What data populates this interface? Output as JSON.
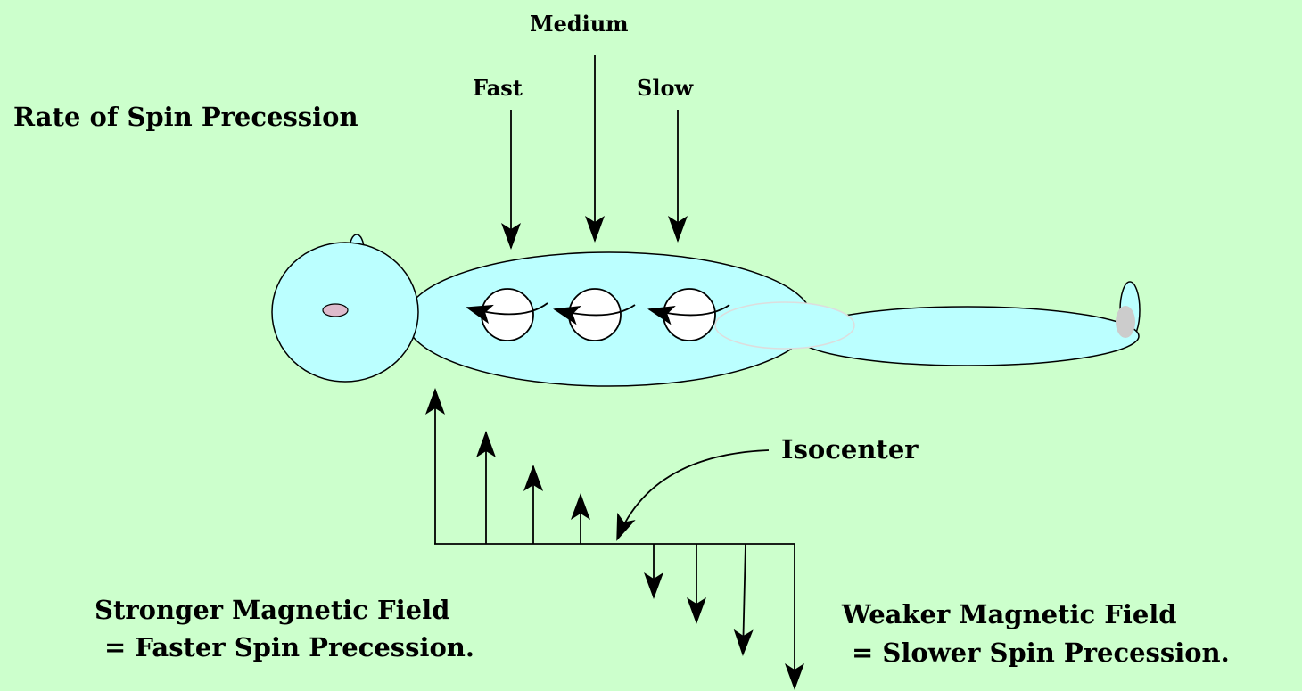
{
  "title": "Rate of Spin Precession",
  "rate_labels": {
    "fast": "Fast",
    "medium": "Medium",
    "slow": "Slow"
  },
  "isocenter_label": "Isocenter",
  "stronger": {
    "line1": "Stronger Magnetic Field",
    "line2": "= Faster Spin Precession."
  },
  "weaker": {
    "line1": "Weaker Magnetic Field",
    "line2": "= Slower Spin Precession."
  },
  "colors": {
    "background": "#ccffcc",
    "body_fill": "#bbffff",
    "eye_fill": "#ddbbcc",
    "toe_fill": "#cccccc",
    "knee_outline": "#dddddd",
    "spin_fill": "#ffffff",
    "stroke": "#000000"
  }
}
